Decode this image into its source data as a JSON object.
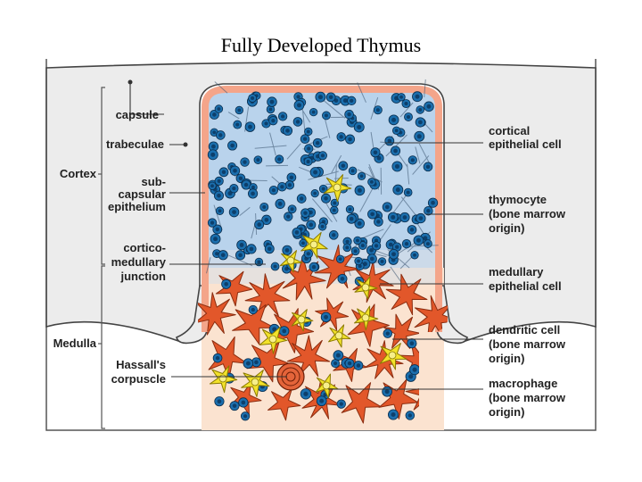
{
  "title": "Fully Developed Thymus",
  "regions": {
    "cortex": "Cortex",
    "medulla": "Medulla"
  },
  "left_labels": {
    "capsule": "capsule",
    "trabeculae": "trabeculae",
    "subcapsular": [
      "sub-",
      "capsular",
      "epithelium"
    ],
    "junction": [
      "cortico-",
      "medullary",
      "junction"
    ],
    "hassall": [
      "Hassall's",
      "corpuscle"
    ]
  },
  "right_labels": {
    "cortical_epithelial": [
      "cortical",
      "epithelial cell"
    ],
    "thymocyte": [
      "thymocyte",
      "(bone marrow",
      "origin)"
    ],
    "medullary_epithelial": [
      "medullary",
      "epithelial cell"
    ],
    "dendritic": [
      "dendritic cell",
      "(bone marrow",
      "origin)"
    ],
    "macrophage": [
      "macrophage",
      "(bone marrow",
      "origin)"
    ]
  },
  "colors": {
    "cortex_fill": "#b9d3ec",
    "medulla_fill": "#fbe3d0",
    "thymocyte": "#1b6fae",
    "thymocyte_core": "#0d3f6b",
    "epithelial_orange": "#e2572a",
    "macrophage_yellow": "#f2e22a",
    "capsule_grey": "#ececec",
    "capsule_pink": "#f4a58a"
  }
}
